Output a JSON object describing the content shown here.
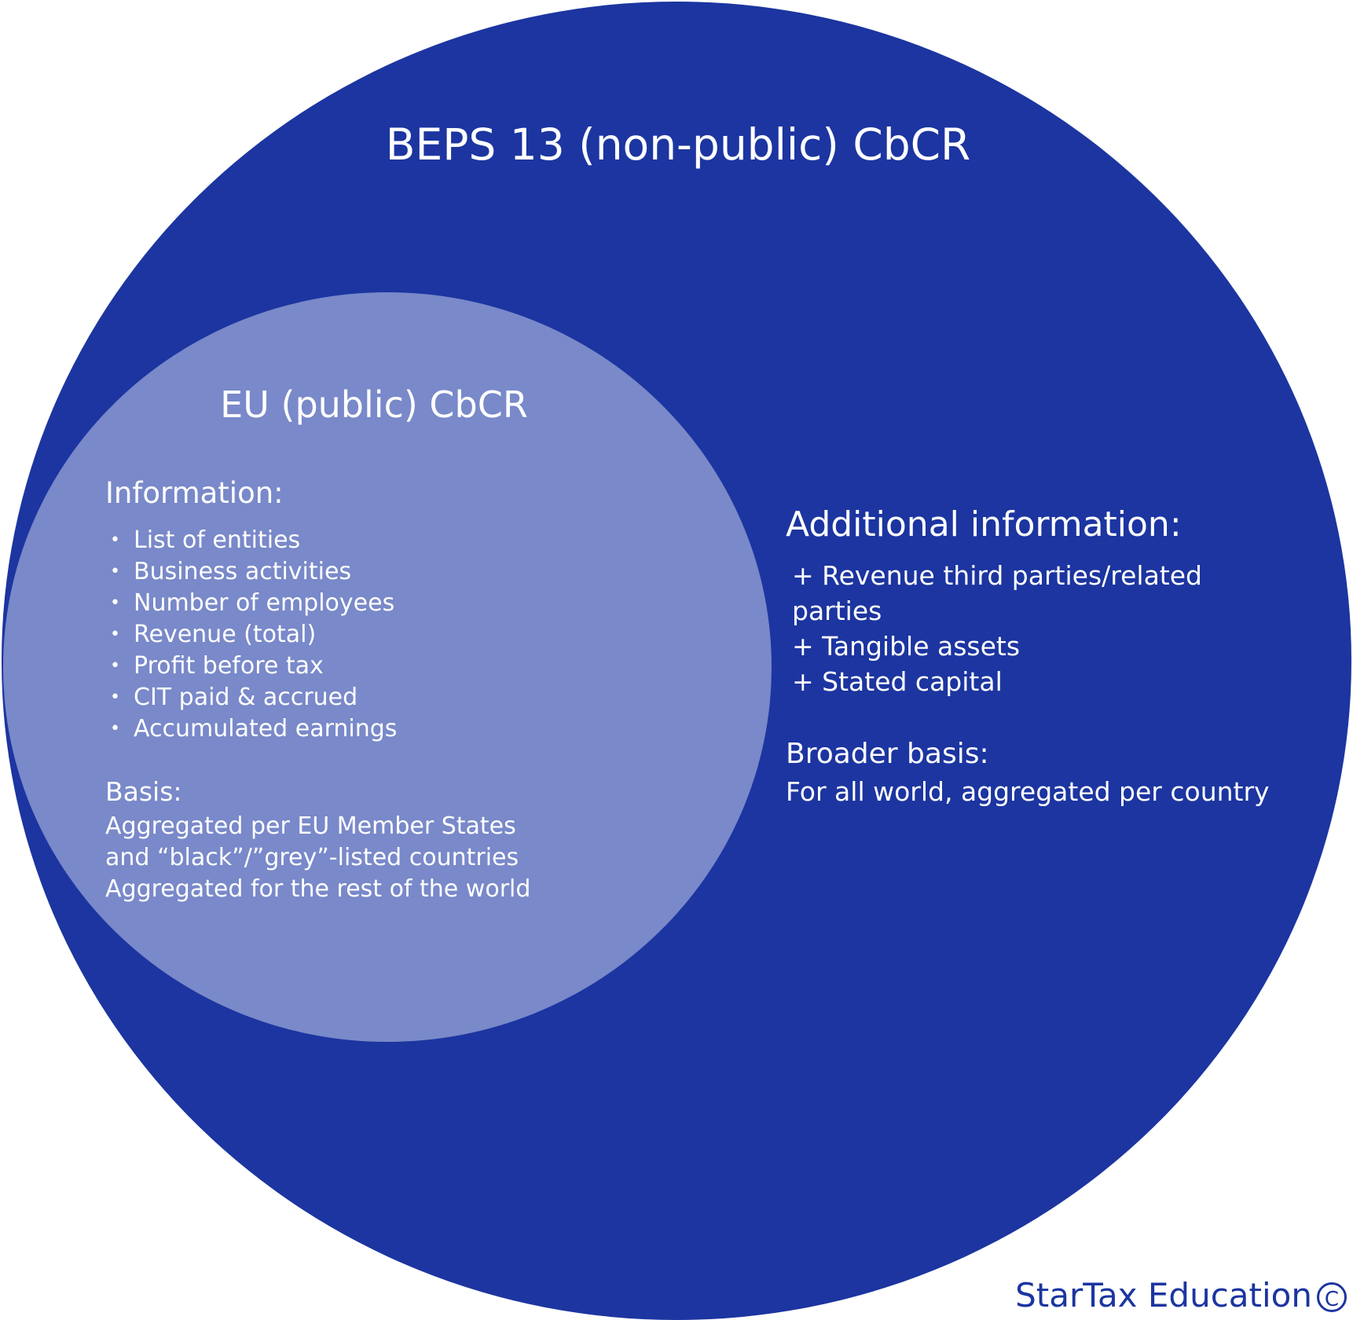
{
  "outer": {
    "title": "BEPS 13 (non-public) CbCR",
    "additional_heading": "Additional information:",
    "additional_items": [
      "+ Revenue third parties/related",
      "parties",
      "+ Tangible assets",
      "+ Stated capital"
    ],
    "broader_heading": "Broader basis:",
    "broader_text": "For all world, aggregated per country"
  },
  "inner": {
    "title": "EU (public) CbCR",
    "information_heading": "Information:",
    "information_items": [
      "List of entities",
      "Business activities",
      "Number of employees",
      "Revenue (total)",
      "Profit before tax",
      "CIT paid & accrued",
      "Accumulated earnings"
    ],
    "basis_heading": "Basis:",
    "basis_lines": [
      "Aggregated per EU Member States",
      "and “black”/”grey”-listed countries",
      "Aggregated for the rest of the world"
    ]
  },
  "brand": {
    "text": "StarTax Education",
    "icon": "copyright-icon"
  },
  "colors": {
    "outer_circle": "#1c35a0",
    "inner_ellipse": "#7989c9",
    "text": "#ffffff"
  }
}
